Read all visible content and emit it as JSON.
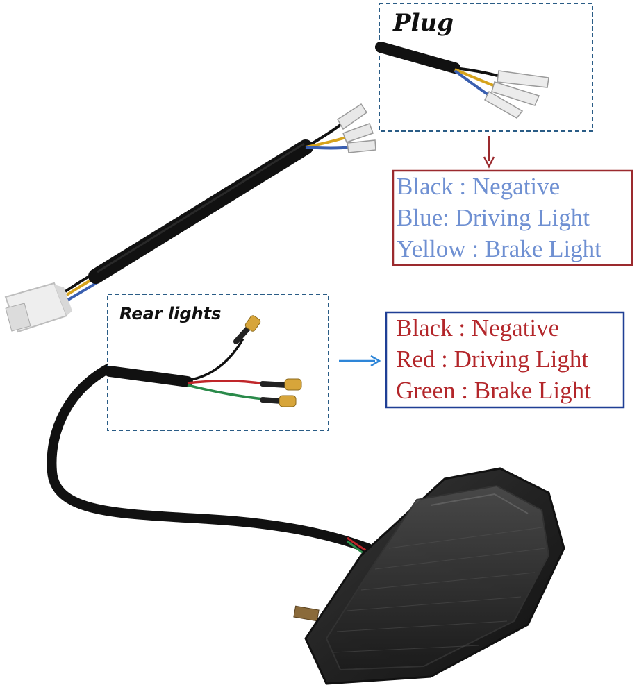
{
  "colors": {
    "plug_box_border": "#2a5c86",
    "plug_legend_border": "#9b2a2e",
    "plug_legend_text": "#6f90d2",
    "rear_box_border": "#2a5c86",
    "rear_legend_border": "#1f3f95",
    "rear_legend_text": "#b3262a",
    "arrow_red": "#9b2a2e",
    "arrow_blue": "#2e86d8",
    "cable": "#111111",
    "lamp": "#2a2a2a"
  },
  "plug_callout": {
    "title": "Plug",
    "legend": [
      "Black : Negative",
      "Blue: Driving Light",
      "Yellow : Brake Light"
    ]
  },
  "rear_callout": {
    "title": "Rear lights",
    "legend": [
      "Black : Negative",
      "Red : Driving Light",
      "Green : Brake Light"
    ]
  },
  "icons": {
    "plug_arrow": "arrow-down-icon",
    "rear_arrow": "arrow-right-icon"
  }
}
